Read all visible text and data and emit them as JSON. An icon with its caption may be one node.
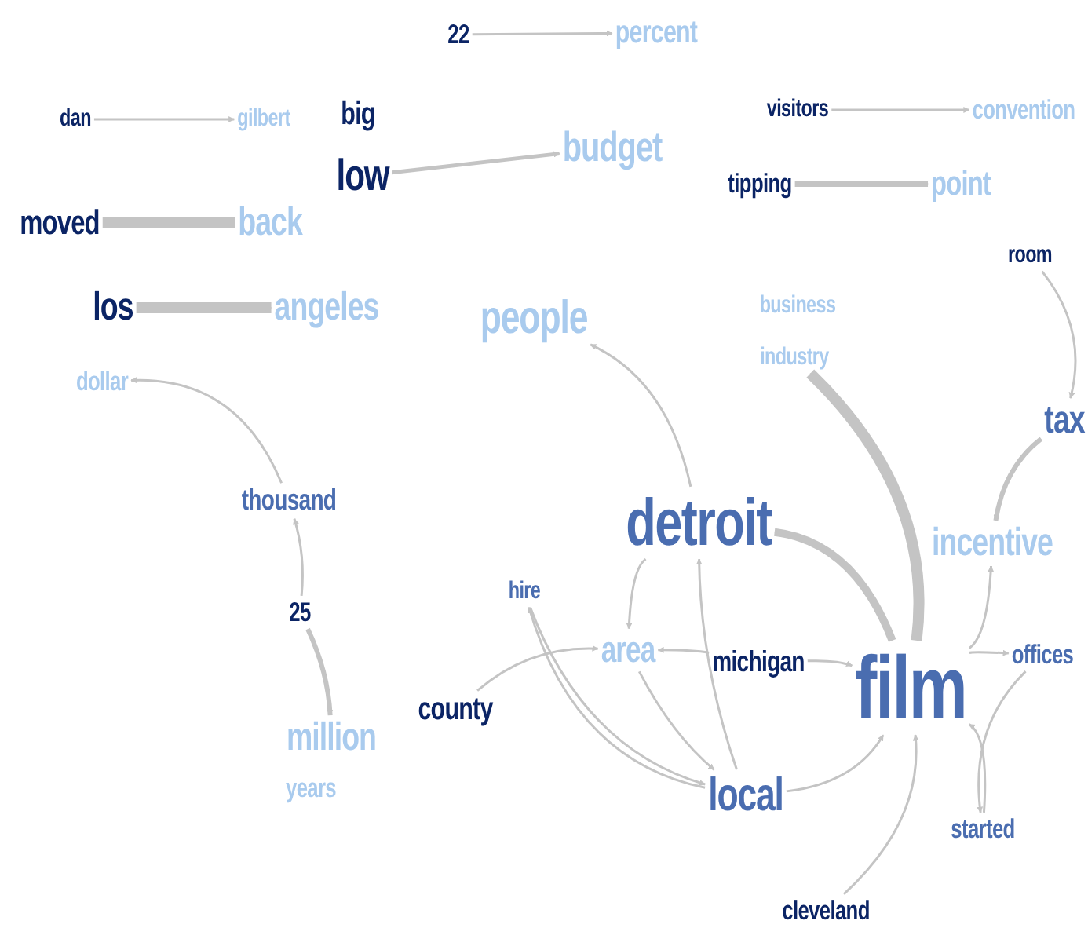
{
  "diagram": {
    "nodes": [
      {
        "text": [
          "22"
        ]
      },
      {
        "text": [
          "percent"
        ]
      },
      {
        "text": [
          "dan"
        ]
      },
      {
        "text": [
          "gilbert"
        ]
      },
      {
        "text": [
          "big"
        ]
      },
      {
        "text": [
          "low"
        ]
      },
      {
        "text": [
          "budget"
        ]
      },
      {
        "text": [
          "visitors"
        ]
      },
      {
        "text": [
          "convention"
        ]
      },
      {
        "text": [
          "moved"
        ]
      },
      {
        "text": [
          "back"
        ]
      },
      {
        "text": [
          "tipping"
        ]
      },
      {
        "text": [
          "point"
        ]
      },
      {
        "text": [
          "los"
        ]
      },
      {
        "text": [
          "angeles"
        ]
      },
      {
        "text": [
          "room"
        ]
      },
      {
        "text": [
          "people"
        ]
      },
      {
        "text": [
          "business"
        ]
      },
      {
        "text": [
          "industry"
        ]
      },
      {
        "text": [
          "dollar"
        ]
      },
      {
        "text": [
          "tax"
        ]
      },
      {
        "text": [
          "thousand"
        ]
      },
      {
        "text": [
          "detroit"
        ]
      },
      {
        "text": [
          "incentive"
        ]
      },
      {
        "text": [
          "hire"
        ]
      },
      {
        "text": [
          "25"
        ]
      },
      {
        "text": [
          "area"
        ]
      },
      {
        "text": [
          "michigan"
        ]
      },
      {
        "text": [
          "offices"
        ]
      },
      {
        "text": [
          "county"
        ]
      },
      {
        "text": [
          "film"
        ]
      },
      {
        "text": [
          "million"
        ]
      },
      {
        "text": [
          "years"
        ]
      },
      {
        "text": [
          "local"
        ]
      },
      {
        "text": [
          "started"
        ]
      },
      {
        "text": [
          "cleveland"
        ]
      }
    ],
    "edges": [
      {
        "from": 0,
        "to": 1,
        "arrow": "to"
      },
      {
        "from": 2,
        "to": 3,
        "arrow": "to"
      },
      {
        "from": 5,
        "to": 6,
        "arrow": "to"
      },
      {
        "from": 7,
        "to": 8,
        "arrow": "to"
      },
      {
        "from": 9,
        "to": 10,
        "arrow": "to",
        "style": "thick"
      },
      {
        "from": 13,
        "to": 14,
        "arrow": "to",
        "style": "thick"
      },
      {
        "from": 11,
        "to": 12,
        "arrow": "to",
        "style": "thick"
      },
      {
        "from": 15,
        "to": 20,
        "arrow": "to"
      },
      {
        "from": 20,
        "to": 23,
        "arrow": "to",
        "style": "thick"
      },
      {
        "from": 25,
        "to": 21,
        "arrow": "to"
      },
      {
        "from": 25,
        "to": 31,
        "arrow": "to",
        "style": "thick"
      },
      {
        "from": 21,
        "to": 19,
        "arrow": "to"
      },
      {
        "from": 22,
        "to": 16,
        "arrow": "to"
      },
      {
        "from": 30,
        "to": 22,
        "arrow": "to",
        "style": "thick"
      },
      {
        "from": 30,
        "to": 18,
        "arrow": "to",
        "style": "thick"
      },
      {
        "from": 30,
        "to": 23,
        "arrow": "to"
      },
      {
        "from": 30,
        "to": 28,
        "arrow": "to"
      },
      {
        "from": 28,
        "to": 34,
        "arrow": "to"
      },
      {
        "from": 34,
        "to": 30,
        "arrow": "to"
      },
      {
        "from": 35,
        "to": 30,
        "arrow": "to"
      },
      {
        "from": 33,
        "to": 30,
        "arrow": "to"
      },
      {
        "from": 27,
        "to": 30,
        "arrow": "to"
      },
      {
        "from": 27,
        "to": 26,
        "arrow": "to"
      },
      {
        "from": 22,
        "to": 26,
        "arrow": "to"
      },
      {
        "from": 33,
        "to": 22,
        "arrow": "to"
      },
      {
        "from": 29,
        "to": 26,
        "arrow": "to"
      },
      {
        "from": 26,
        "to": 33,
        "arrow": "to"
      },
      {
        "from": 24,
        "to": 33,
        "arrow": "to"
      },
      {
        "from": 33,
        "to": 24,
        "arrow": "to"
      }
    ]
  }
}
